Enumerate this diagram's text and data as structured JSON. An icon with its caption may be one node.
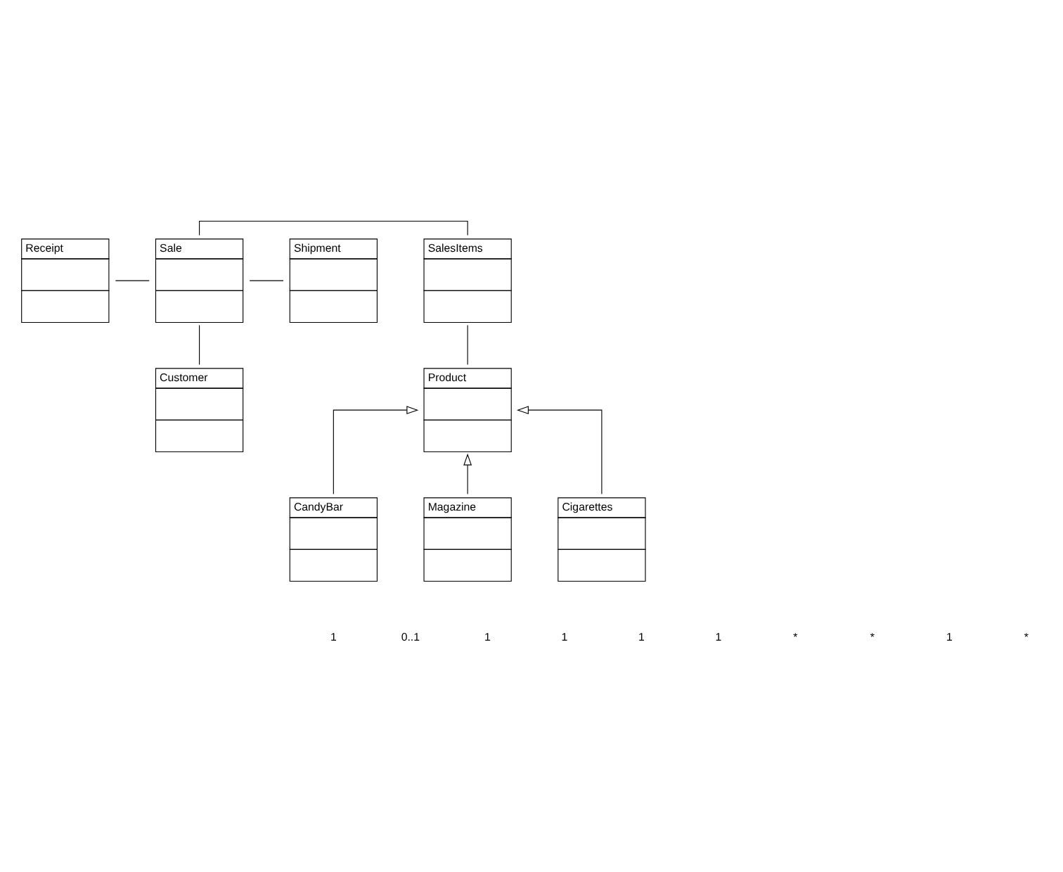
{
  "diagram": {
    "nodes": [
      {
        "text": [
          "Receipt"
        ]
      },
      {
        "text": [
          "Sale"
        ]
      },
      {
        "text": [
          "SalesItems"
        ]
      },
      {
        "text": [
          "Shipment"
        ]
      },
      {
        "text": [
          "Customer"
        ]
      },
      {
        "text": [
          "Product"
        ]
      },
      {
        "text": [
          "CandyBar"
        ]
      },
      {
        "text": [
          "Magazine"
        ]
      },
      {
        "text": [
          "Cigarettes"
        ]
      }
    ],
    "edges": [
      {
        "from": 0,
        "to": 1,
        "arrow": "none"
      },
      {
        "from": 1,
        "to": 2,
        "arrow": "none"
      },
      {
        "from": 1,
        "to": 3,
        "arrow": "none"
      },
      {
        "from": 1,
        "to": 4,
        "arrow": "none"
      },
      {
        "from": 2,
        "to": 5,
        "arrow": "none"
      },
      {
        "from": 6,
        "to": 5,
        "arrow": "to"
      },
      {
        "from": 7,
        "to": 5,
        "arrow": "to"
      },
      {
        "from": 8,
        "to": 5,
        "arrow": "to"
      }
    ],
    "labels": [
      "1",
      "0..1",
      "1",
      "1",
      "1",
      "1",
      "*",
      "*",
      "1",
      "*"
    ]
  }
}
